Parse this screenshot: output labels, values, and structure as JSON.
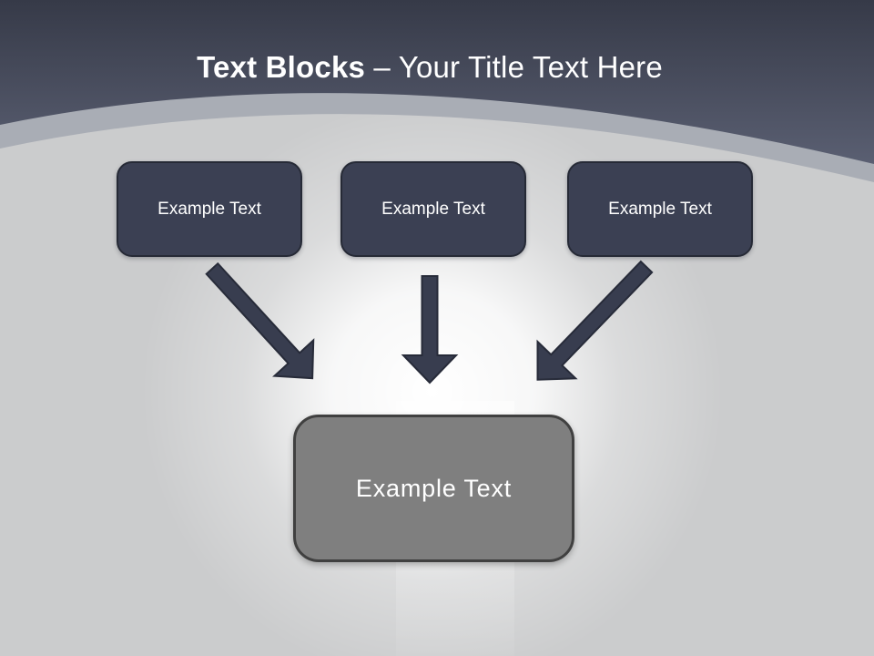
{
  "title": {
    "emphasis": "Text Blocks",
    "rest": " – Your Title Text Here"
  },
  "blocks": [
    {
      "label": "Example Text"
    },
    {
      "label": "Example Text"
    },
    {
      "label": "Example Text"
    }
  ],
  "center_block": {
    "label": "Example Text"
  },
  "icons": {
    "left_arrow": "arrow-down-right",
    "middle_arrow": "arrow-down",
    "right_arrow": "arrow-down-left"
  },
  "colors": {
    "header_top": "#363a48",
    "header_bottom": "#5a5f72",
    "curve_band": "#a9adb5",
    "body": "#cbcccd",
    "glow": "#ffffff",
    "block_fill": "#3b4053",
    "block_border": "#262a36",
    "block_text": "#ffffff",
    "center_fill": "#7f7f7f",
    "center_border": "#404040",
    "center_text": "#ffffff",
    "arrow_fill": "#383d4f",
    "arrow_stroke": "#272b39",
    "title_text": "#ffffff"
  }
}
